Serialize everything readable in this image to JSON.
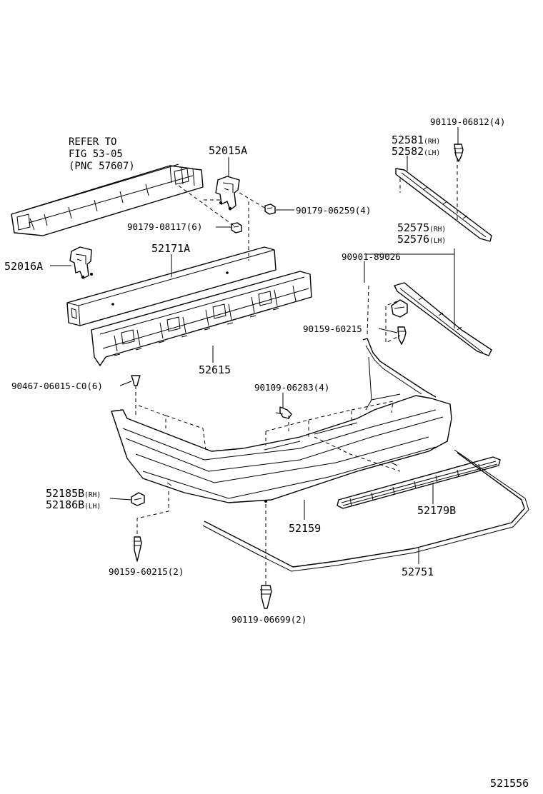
{
  "refer_note": {
    "line1": "REFER TO",
    "line2": "FIG  53-05",
    "line3": "(PNC 57607)"
  },
  "labels": {
    "p52015A": "52015A",
    "p90179_06259": "90179-06259(4)",
    "p90179_08117": "90179-08117(6)",
    "p52016A": "52016A",
    "p52171A": "52171A",
    "p52615": "52615",
    "p90467": "90467-06015-C0(6)",
    "p90109": "90109-06283(4)",
    "p52185B": "52185B",
    "p52186B": "52186B",
    "rh": "(RH)",
    "lh": "(LH)",
    "p52159": "52159",
    "p90159_2": "90159-60215(2)",
    "p90119_06699": "90119-06699(2)",
    "p52751": "52751",
    "p52179B": "52179B",
    "p90159": "90159-60215",
    "p90901": "90901-89026",
    "p52575": "52575",
    "p52576": "52576",
    "p52581": "52581",
    "p52582": "52582",
    "p90119_06812": "90119-06812(4)"
  },
  "figure_id": "521556"
}
